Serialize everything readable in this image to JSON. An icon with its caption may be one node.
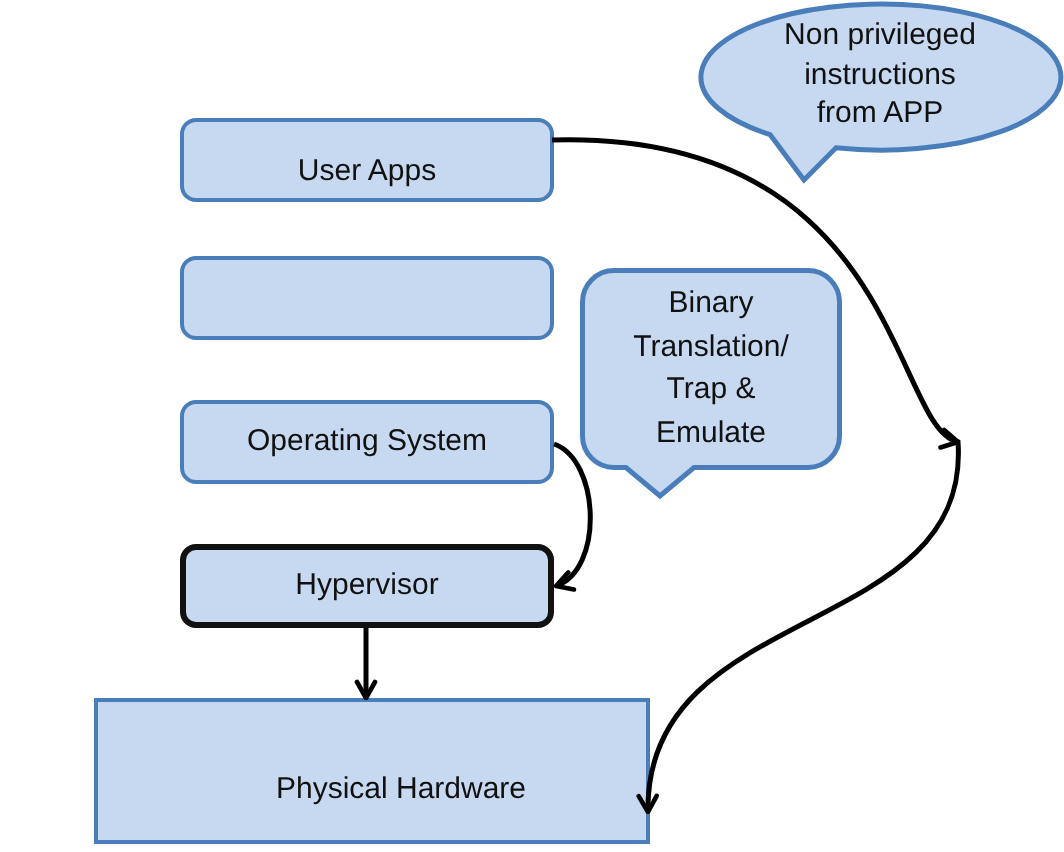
{
  "diagram": {
    "nodes": [
      {
        "text": [
          "Non privileged instructions from APP"
        ]
      },
      {
        "text": [
          "User Apps"
        ]
      },
      {
        "text": [],
        "shape": "box"
      },
      {
        "text": [
          "Binary Translation/ Trap & Emulate"
        ]
      },
      {
        "text": [
          "Operating System"
        ]
      },
      {
        "text": [
          "Hypervisor"
        ]
      },
      {
        "text": [
          "Physical Hardware"
        ]
      }
    ],
    "edges": [
      {
        "from": 1,
        "to": 6,
        "arrow": "to"
      },
      {
        "from": 4,
        "to": 5,
        "arrow": "to"
      },
      {
        "from": 5,
        "to": 6,
        "arrow": "to"
      }
    ]
  }
}
